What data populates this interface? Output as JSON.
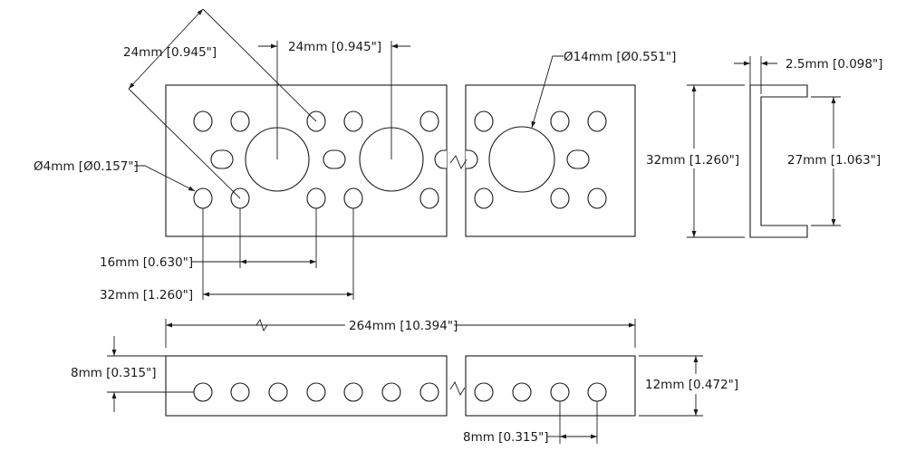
{
  "dimensions": {
    "diag_pitch": "24mm [0.945\"]",
    "top_pitch": "24mm [0.945\"]",
    "small_hole_dia": "Ø4mm [Ø0.157\"]",
    "large_hole_dia": "Ø14mm [Ø0.551\"]",
    "pitch_16": "16mm [0.630\"]",
    "pitch_32": "32mm [1.260\"]",
    "channel_height": "32mm [1.260\"]",
    "inner_height": "27mm [1.063\"]",
    "wall_thickness": "2.5mm [0.098\"]",
    "overall_length": "264mm [10.394\"]",
    "side_offset": "8mm [0.315\"]",
    "side_height": "12mm [0.472\"]",
    "side_pitch": "8mm [0.315\"]"
  },
  "colors": {
    "line": "#1a1a1a",
    "background": "#ffffff"
  }
}
